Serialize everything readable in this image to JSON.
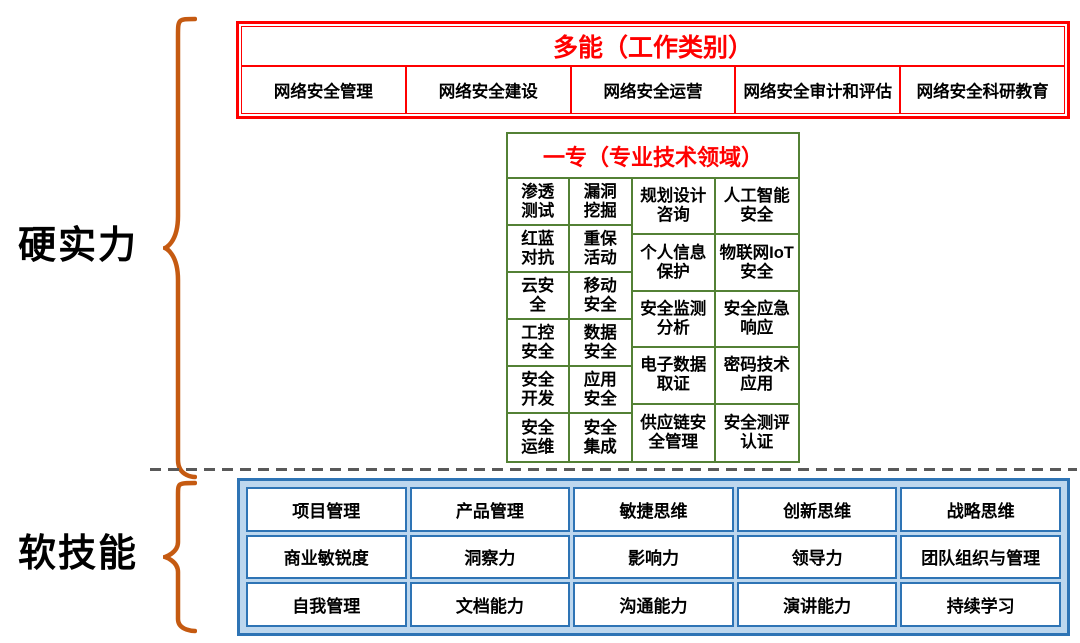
{
  "labels": {
    "hard": "硬实力",
    "soft": "软技能"
  },
  "multi_box": {
    "title": "多能（工作类别）",
    "cells": [
      "网络安全管理",
      "网络安全建设",
      "网络安全运营",
      "网络安全审计和评估",
      "网络安全科研教育"
    ]
  },
  "specialty_box": {
    "title": "一专（专业技术领域）",
    "left_rows": [
      [
        "渗透\n测试",
        "漏洞\n挖掘"
      ],
      [
        "红蓝\n对抗",
        "重保\n活动"
      ],
      [
        "云安\n全",
        "移动\n安全"
      ],
      [
        "工控\n安全",
        "数据\n安全"
      ],
      [
        "安全\n开发",
        "应用\n安全"
      ],
      [
        "安全\n运维",
        "安全\n集成"
      ]
    ],
    "right_rows": [
      [
        "规划设计\n咨询",
        "人工智能\n安全"
      ],
      [
        "个人信息\n保护",
        "物联网IoT\n安全"
      ],
      [
        "安全监测\n分析",
        "安全应急\n响应"
      ],
      [
        "电子数据\n取证",
        "密码技术\n应用"
      ],
      [
        "供应链安\n全管理",
        "安全测评\n认证"
      ]
    ]
  },
  "soft_box": {
    "rows": [
      [
        "项目管理",
        "产品管理",
        "敏捷思维",
        "创新思维",
        "战略思维"
      ],
      [
        "商业敏锐度",
        "洞察力",
        "影响力",
        "领导力",
        "团队组织与管理"
      ],
      [
        "自我管理",
        "文档能力",
        "沟通能力",
        "演讲能力",
        "持续学习"
      ]
    ]
  },
  "colors": {
    "red_border": "#FF0000",
    "title_red": "#FF0000",
    "green_border": "#538135",
    "blue_border": "#2E74B5",
    "light_blue_fill": "#BDD7EE",
    "brace_orange": "#C55A11",
    "dashed_gray": "#595959"
  }
}
